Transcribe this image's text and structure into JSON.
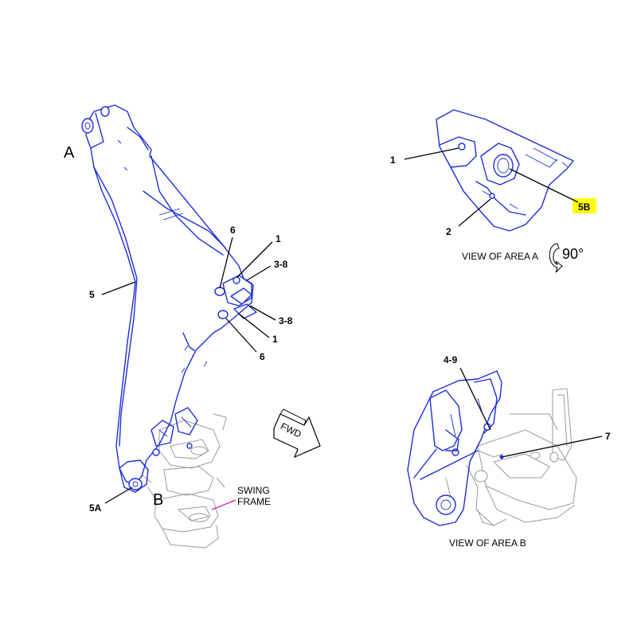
{
  "labels": {
    "view_a_letter": "A",
    "view_b_letter": "B",
    "swing_frame_line1": "SWING",
    "swing_frame_line2": "FRAME",
    "fwd": "FWD",
    "view_of_area_a": "VIEW OF AREA A",
    "rotation": "90°",
    "view_of_area_b": "VIEW OF AREA B"
  },
  "callouts": {
    "main": {
      "c5": "5",
      "c5a": "5A",
      "c6_top": "6",
      "c1_top": "1",
      "c3_8_top": "3-8",
      "c3_8_bottom": "3-8",
      "c1_bottom": "1",
      "c6_bottom": "6"
    },
    "view_a": {
      "c1": "1",
      "c2": "2",
      "c5b": "5B"
    },
    "view_b": {
      "c4_9": "4-9",
      "c7": "7"
    }
  },
  "colors": {
    "line_art": "#1e2fd8",
    "leader": "#000000",
    "swing_frame_leader": "#d020c0",
    "highlight": "#ffff00",
    "background": "#ffffff"
  }
}
